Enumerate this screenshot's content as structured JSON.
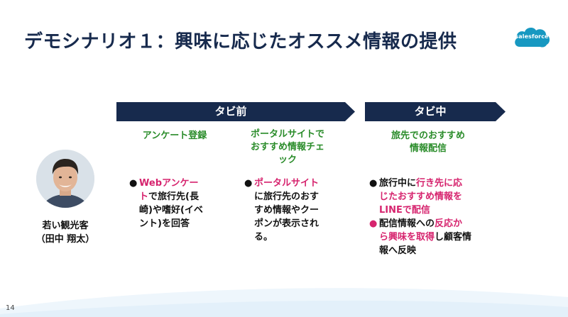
{
  "slide": {
    "title": "デモシナリオ１：興味に応じたオススメ情報の提供",
    "logo_text": "salesforce",
    "page_number": "14"
  },
  "phases": [
    {
      "label": "タビ前"
    },
    {
      "label": "タビ中"
    }
  ],
  "columns": [
    {
      "heading": [
        "アンケート登録"
      ]
    },
    {
      "heading": [
        "ポータルサイトで",
        "おすすめ情報チェ",
        "ック"
      ]
    },
    {
      "heading": [
        "旅先でのおすすめ",
        "情報配信"
      ]
    }
  ],
  "persona": {
    "line1": "若い観光客",
    "line2": "（田中 翔太）"
  },
  "bullets": {
    "col1": {
      "seg1": "Webアンケー",
      "seg2": "ト",
      "seg3": "で旅行先(長",
      "seg4": "崎)や嗜好(イベ",
      "seg5": "ント)を回答"
    },
    "col2": {
      "seg1": "ポータルサイト",
      "seg2": "に旅行先のおす",
      "seg3": "すめ情報やクー",
      "seg4": "ポンが表示され",
      "seg5": "る。"
    },
    "col3a": {
      "seg1": "旅行中に",
      "seg2": "行き先に応",
      "seg3": "じたおすすめ情報を",
      "seg4": "LINEで配信"
    },
    "col3b": {
      "seg1": "配信情報への",
      "seg2": "反応か",
      "seg3": "ら興味を取得",
      "seg4": "し顧客情",
      "seg5": "報へ反映"
    }
  },
  "colors": {
    "navy": "#172a4d",
    "green": "#2a8c2a",
    "pink": "#d6246e",
    "salesforce_blue": "#1798c1"
  }
}
